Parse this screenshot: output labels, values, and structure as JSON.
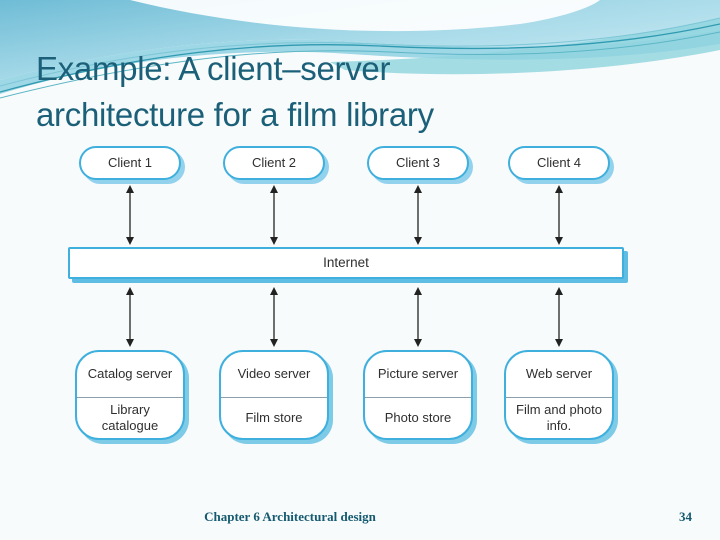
{
  "slide": {
    "title_lines": [
      "Example: A client–server",
      "architecture for a film library"
    ],
    "footer": "Chapter 6 Architectural design",
    "page_number": "34"
  },
  "diagram": {
    "clients": [
      {
        "label": "Client 1"
      },
      {
        "label": "Client 2"
      },
      {
        "label": "Client 3"
      },
      {
        "label": "Client 4"
      }
    ],
    "internet_label": "Internet",
    "servers": [
      {
        "top": "Catalog server",
        "bottom": "Library catalogue"
      },
      {
        "top": "Video server",
        "bottom": "Film store"
      },
      {
        "top": "Picture server",
        "bottom": "Photo store"
      },
      {
        "top": "Web server",
        "bottom": "Film and photo info."
      }
    ]
  },
  "colors": {
    "title_text": "#1b6078",
    "box_border": "#3fafdd",
    "box_shadow_light": "#92d2ec",
    "box_shadow_medium": "#5fbde4",
    "diagram_text": "#2f2f2f",
    "footer_text": "#155a70",
    "header_blue": "#74c0d8",
    "header_teal_accent": "#2f9ab0"
  }
}
